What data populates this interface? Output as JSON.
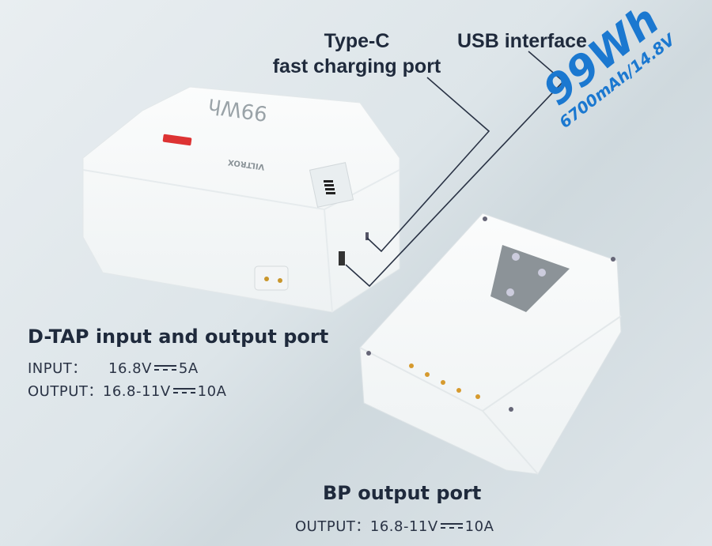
{
  "callouts": {
    "type_c_line1": "Type-C",
    "type_c_line2": "fast charging port",
    "usb": "USB interface"
  },
  "capacity": {
    "energy": "99Wh",
    "details": "6700mAh/14.8V"
  },
  "product": {
    "brand": "VILTROX",
    "label": "99Wh"
  },
  "dtap": {
    "title": "D-TAP input and output port",
    "input_label": "INPUT：",
    "input_voltage": "16.8V",
    "input_current": "5A",
    "output_label": "OUTPUT：",
    "output_voltage": "16.8-11V",
    "output_current": "10A"
  },
  "bp": {
    "title": "BP output port",
    "output_label": "OUTPUT：",
    "output_voltage": "16.8-11V",
    "output_current": "10A"
  },
  "colors": {
    "accent": "#1b78d0",
    "text": "#1f2a3c"
  }
}
